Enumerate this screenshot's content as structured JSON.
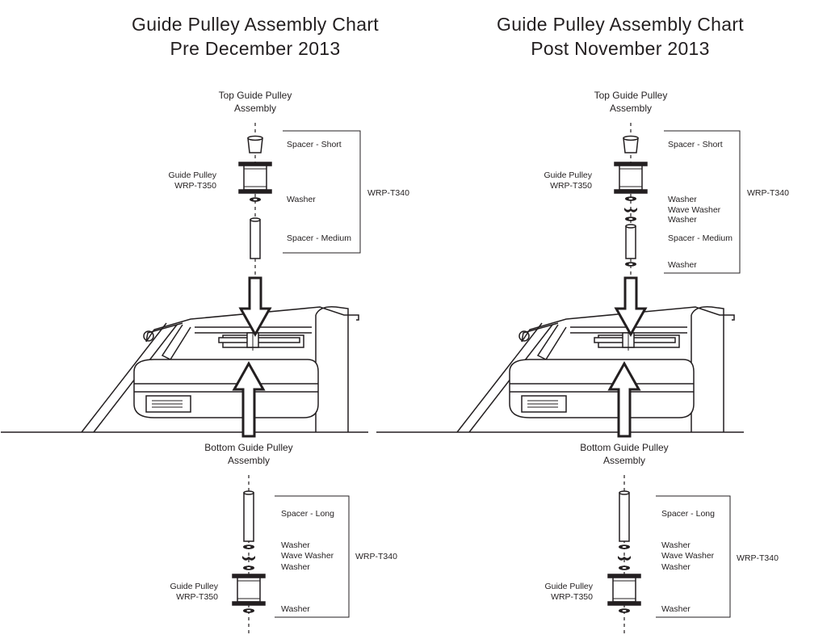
{
  "panels": [
    {
      "title_line1": "Guide Pulley Assembly Chart",
      "title_line2": "Pre December 2013",
      "top": {
        "heading_line1": "Top Guide Pulley",
        "heading_line2": "Assembly",
        "labels": [
          "Spacer - Short",
          "Washer",
          "Spacer - Medium"
        ],
        "pulley_label_line1": "Guide Pulley",
        "pulley_label_line2": "WRP-T350",
        "kit": "WRP-T340"
      },
      "bottom": {
        "heading_line1": "Bottom Guide Pulley",
        "heading_line2": "Assembly",
        "labels": [
          "Spacer - Long",
          "Washer",
          "Wave Washer",
          "Washer",
          "Washer"
        ],
        "pulley_label_line1": "Guide Pulley",
        "pulley_label_line2": "WRP-T350",
        "kit": "WRP-T340"
      }
    },
    {
      "title_line1": "Guide Pulley Assembly Chart",
      "title_line2": "Post November 2013",
      "top": {
        "heading_line1": "Top Guide Pulley",
        "heading_line2": "Assembly",
        "labels": [
          "Spacer - Short",
          "Washer",
          "Wave Washer",
          "Washer",
          "Spacer - Medium",
          "Washer"
        ],
        "pulley_label_line1": "Guide Pulley",
        "pulley_label_line2": "WRP-T350",
        "kit": "WRP-T340"
      },
      "bottom": {
        "heading_line1": "Bottom Guide Pulley",
        "heading_line2": "Assembly",
        "labels": [
          "Spacer - Long",
          "Washer",
          "Wave Washer",
          "Washer",
          "Washer"
        ],
        "pulley_label_line1": "Guide Pulley",
        "pulley_label_line2": "WRP-T350",
        "kit": "WRP-T340"
      }
    }
  ]
}
